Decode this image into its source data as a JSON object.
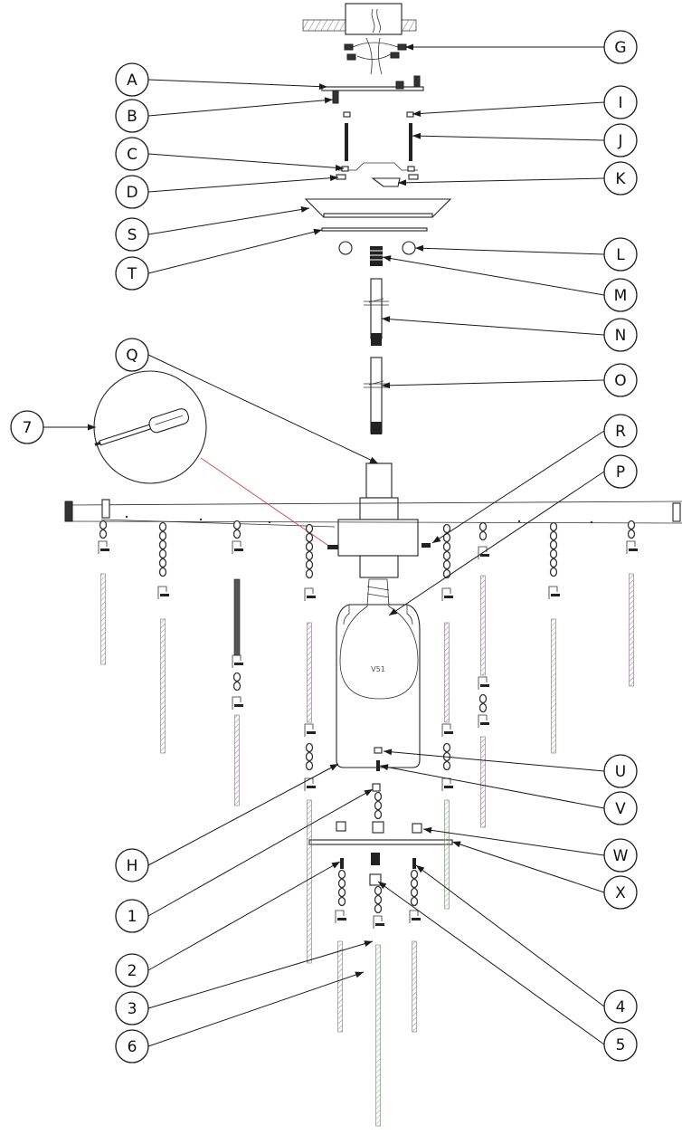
{
  "diagram": {
    "bulb_label": "V51",
    "callouts": [
      {
        "id": "G"
      },
      {
        "id": "A"
      },
      {
        "id": "B"
      },
      {
        "id": "I"
      },
      {
        "id": "J"
      },
      {
        "id": "C"
      },
      {
        "id": "D"
      },
      {
        "id": "K"
      },
      {
        "id": "S"
      },
      {
        "id": "T"
      },
      {
        "id": "L"
      },
      {
        "id": "M"
      },
      {
        "id": "N"
      },
      {
        "id": "Q"
      },
      {
        "id": "O"
      },
      {
        "id": "7"
      },
      {
        "id": "R"
      },
      {
        "id": "P"
      },
      {
        "id": "U"
      },
      {
        "id": "V"
      },
      {
        "id": "H"
      },
      {
        "id": "W"
      },
      {
        "id": "1"
      },
      {
        "id": "X"
      },
      {
        "id": "2"
      },
      {
        "id": "3"
      },
      {
        "id": "4"
      },
      {
        "id": "6"
      },
      {
        "id": "5"
      }
    ],
    "colors": {
      "line": "#1a1a1a",
      "screwdriver_leader": "#d04545",
      "crystal_purple": "#b07ab8",
      "crystal_green": "#8cc47a",
      "crystal_teal": "#6fb8b0",
      "crystal_gray": "#9a9a9a"
    }
  }
}
